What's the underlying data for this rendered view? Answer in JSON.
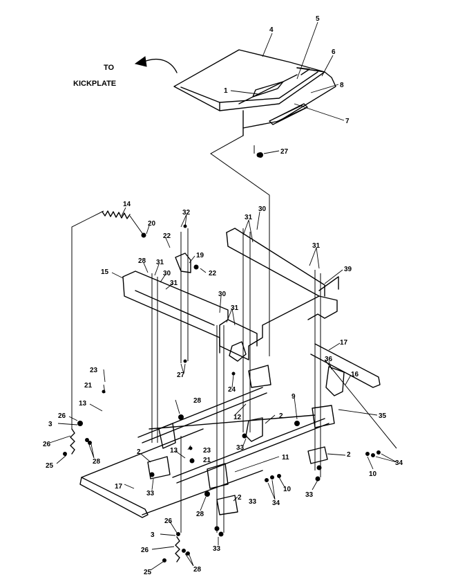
{
  "note": {
    "line1": "TO",
    "line2": "KICKPLATE"
  },
  "callouts": [
    {
      "label": "4"
    },
    {
      "label": "5"
    },
    {
      "label": "6"
    },
    {
      "label": "1"
    },
    {
      "label": "8"
    },
    {
      "label": "7"
    },
    {
      "label": "27"
    },
    {
      "label": "14"
    },
    {
      "label": "20"
    },
    {
      "label": "22"
    },
    {
      "label": "32"
    },
    {
      "label": "19"
    },
    {
      "label": "22"
    },
    {
      "label": "30"
    },
    {
      "label": "31"
    },
    {
      "label": "31"
    },
    {
      "label": "39"
    },
    {
      "label": "15"
    },
    {
      "label": "28"
    },
    {
      "label": "31"
    },
    {
      "label": "30"
    },
    {
      "label": "31"
    },
    {
      "label": "30"
    },
    {
      "label": "31"
    },
    {
      "label": "17"
    },
    {
      "label": "27"
    },
    {
      "label": "36"
    },
    {
      "label": "16"
    },
    {
      "label": "24"
    },
    {
      "label": "23"
    },
    {
      "label": "21"
    },
    {
      "label": "28"
    },
    {
      "label": "9"
    },
    {
      "label": "35"
    },
    {
      "label": "13"
    },
    {
      "label": "12"
    },
    {
      "label": "26"
    },
    {
      "label": "3"
    },
    {
      "label": "2"
    },
    {
      "label": "26"
    },
    {
      "label": "33"
    },
    {
      "label": "25"
    },
    {
      "label": "28"
    },
    {
      "label": "23"
    },
    {
      "label": "21"
    },
    {
      "label": "2"
    },
    {
      "label": "13"
    },
    {
      "label": "11"
    },
    {
      "label": "2"
    },
    {
      "label": "34"
    },
    {
      "label": "10"
    },
    {
      "label": "33"
    },
    {
      "label": "10"
    },
    {
      "label": "34"
    },
    {
      "label": "33"
    },
    {
      "label": "17"
    },
    {
      "label": "2"
    },
    {
      "label": "28"
    },
    {
      "label": "33"
    },
    {
      "label": "26"
    },
    {
      "label": "3"
    },
    {
      "label": "26"
    },
    {
      "label": "25"
    },
    {
      "label": "28"
    },
    {
      "label": "33"
    }
  ]
}
